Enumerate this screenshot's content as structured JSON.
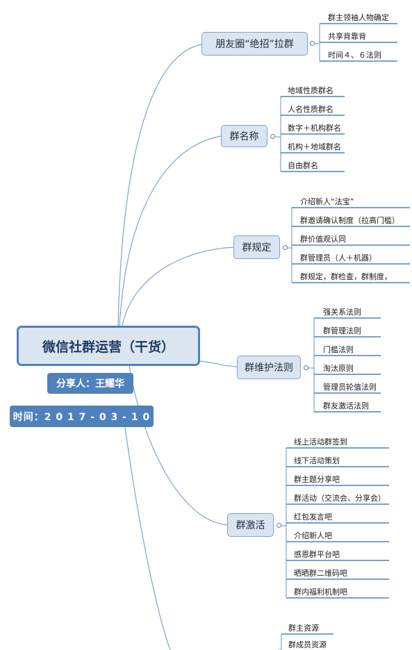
{
  "root": {
    "title": "微信社群运营（干货）"
  },
  "author": "分享人：王耀华",
  "date": "时间：2 0 1 7 - 0 3 - 1 0",
  "branches": [
    {
      "label": "朋友圈“绝招”拉群",
      "leaves": [
        "群主领袖人物确定",
        "共享背靠背",
        "时间４、６法则"
      ]
    },
    {
      "label": "群名称",
      "leaves": [
        "地域性质群名",
        "人名性质群名",
        "数字＋机构群名",
        "机构＋地域群名",
        "自由群名"
      ]
    },
    {
      "label": "群规定",
      "leaves": [
        "介绍新人“法宝”",
        "群邀请确认制度（拉高门槛）",
        "群价值观认同",
        "群管理员（人＋机器）",
        "群规定，群检查，群制度，"
      ]
    },
    {
      "label": "群维护法则",
      "leaves": [
        "强关系法则",
        "群管理法则",
        "门槛法则",
        "淘汰原则",
        "管理员轮值法则",
        "群友激活法则"
      ]
    },
    {
      "label": "群激活",
      "leaves": [
        "线上活动群签到",
        "线下活动策划",
        "群主题分享吧",
        "群活动（交流会、分享会）",
        "红包发言吧",
        "介绍新人吧",
        "感恩群平台吧",
        "晒晒群二维码吧",
        "群内福利机制吧"
      ]
    },
    {
      "label": "",
      "leaves": [
        "群主资源",
        "群成员资源"
      ]
    }
  ]
}
